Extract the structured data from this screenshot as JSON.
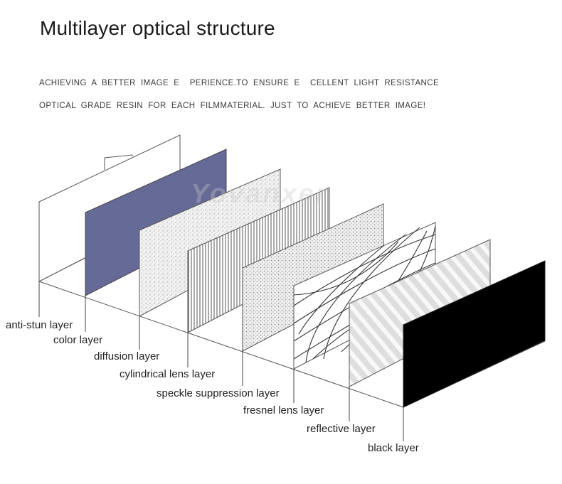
{
  "title": "Multilayer optical structure",
  "subtitle_lines": [
    "ACHIEVING  A  BETTER  IMAGE  E    PERIENCE.TO  ENSURE  E    CELLENT  LIGHT  RESISTANCE",
    "OPTICAL  GRADE  RESIN  FOR  EACH  FILMMATERIAL.  JUST  TO  ACHIEVE  BETTER  IMAGE!"
  ],
  "watermark": "Yovanxer",
  "layers": [
    {
      "label": "anti-stun layer",
      "fill": "#ffffff"
    },
    {
      "label": "color layer",
      "fill": "#666a96"
    },
    {
      "label": "diffusion layer",
      "fill": "#f2f2f2"
    },
    {
      "label": "cylindrical lens layer",
      "fill": "#ffffff"
    },
    {
      "label": "speckle suppression layer",
      "fill": "#f4f4f4"
    },
    {
      "label": "fresnel lens layer",
      "fill": "#ffffff"
    },
    {
      "label": "reflective layer",
      "fill": "#e9e9e9"
    },
    {
      "label": "black layer",
      "fill": "#000000"
    }
  ]
}
